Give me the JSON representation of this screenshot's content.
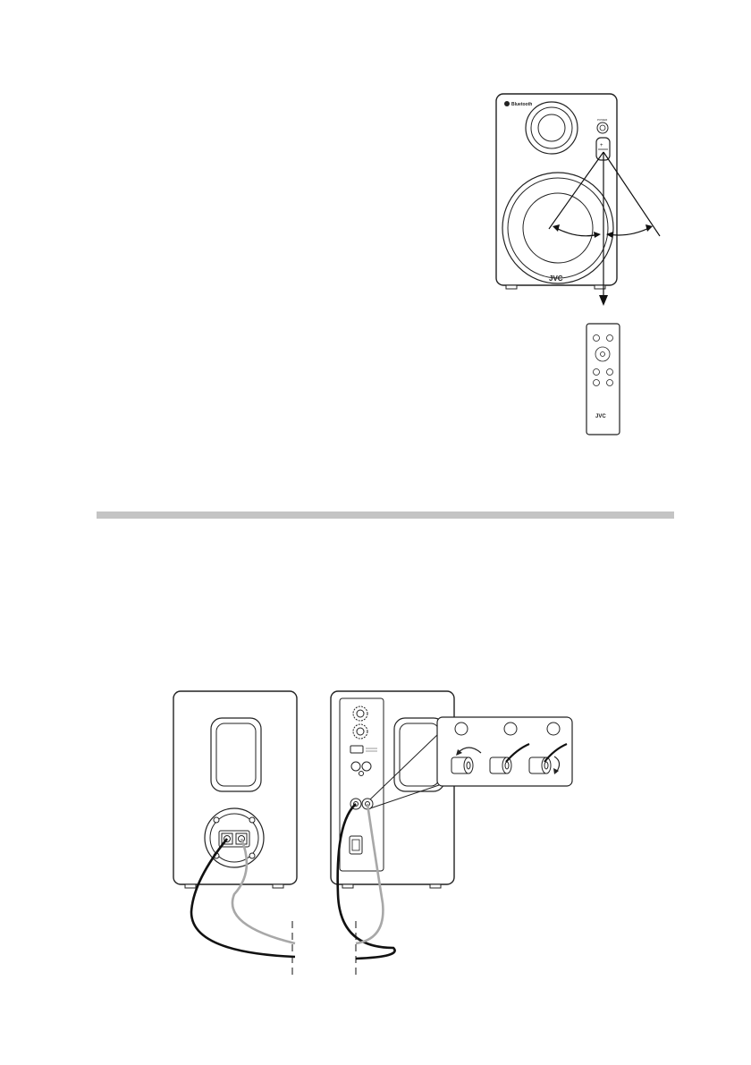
{
  "speaker_front": {
    "brand_badge": "Bluetooth",
    "logo": "JVC"
  },
  "remote": {
    "logo": "JVC"
  },
  "connection_figure": {
    "inset_steps": 3
  }
}
